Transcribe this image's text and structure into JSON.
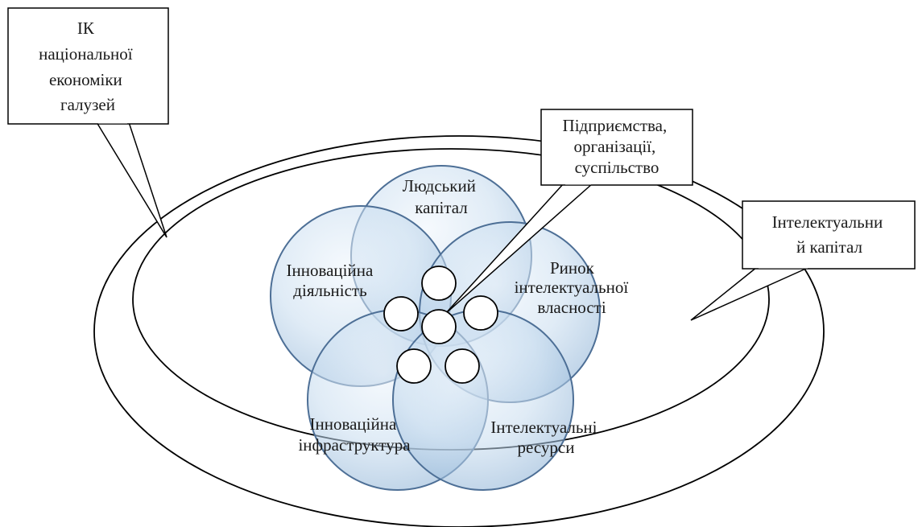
{
  "callouts": {
    "ik_sectors": [
      "ІК",
      "національної",
      "економіки",
      "галузей"
    ],
    "enterprises": [
      "Підприємства,",
      "організації,",
      "суспільство"
    ],
    "intellectual_capital": [
      "Інтелектуальни",
      "й капітал"
    ]
  },
  "petals": {
    "human_capital": [
      "Людський",
      "капітал"
    ],
    "ip_market": [
      "Ринок",
      "інтелектуальної",
      "власності"
    ],
    "innovation_activity": [
      "Інноваційна",
      "діяльність"
    ],
    "innovation_infrastructure": [
      "Інноваційна",
      "інфраструктура"
    ],
    "intellectual_resources": [
      "Інтелектуальні",
      "ресурси"
    ]
  },
  "colors": {
    "petal_fill": "#bcd3ea",
    "petal_stroke": "#4d6f96",
    "line": "#000000",
    "background": "#ffffff"
  }
}
